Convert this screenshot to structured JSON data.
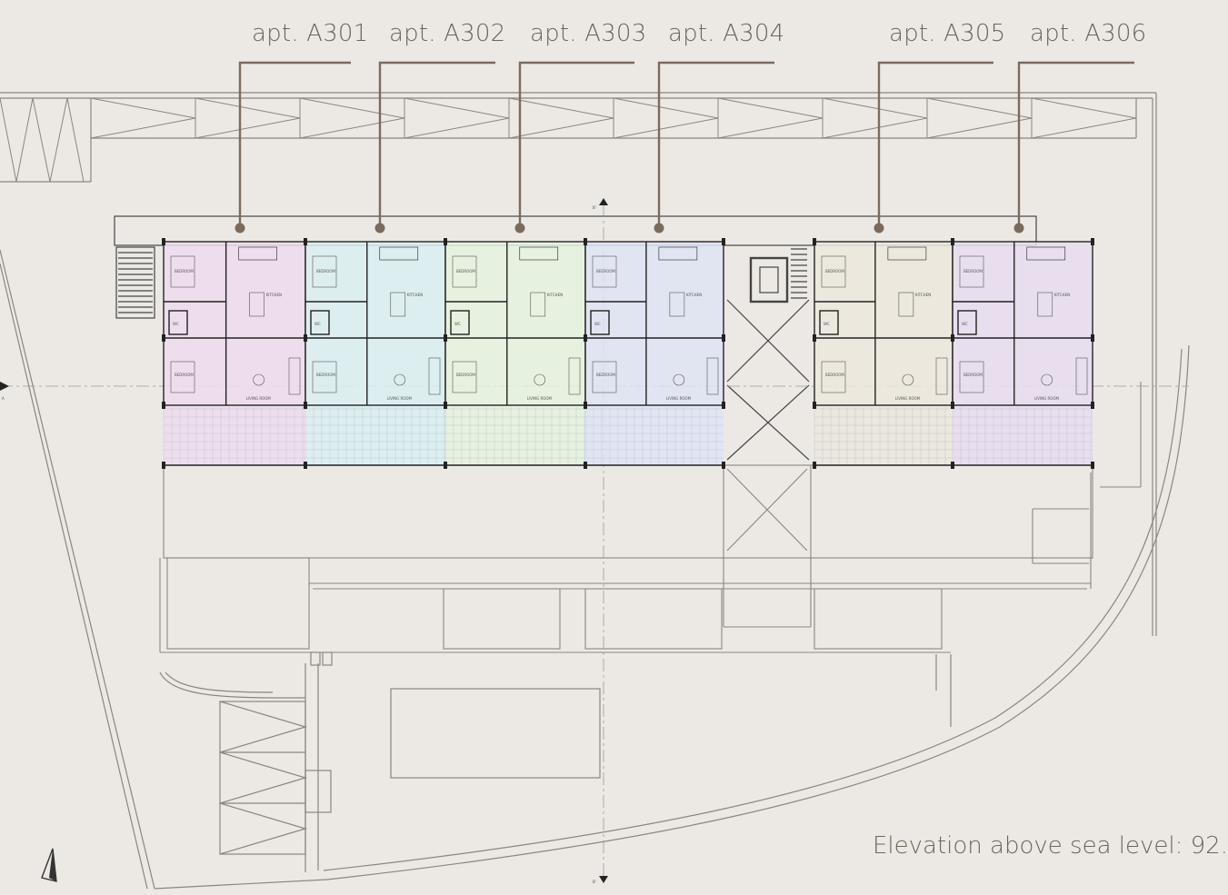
{
  "apartments": [
    {
      "label": "apt. A301",
      "color": "#efdcef"
    },
    {
      "label": "apt. A302",
      "color": "#dbeef2"
    },
    {
      "label": "apt. A303",
      "color": "#e6f2df"
    },
    {
      "label": "apt. A304",
      "color": "#dfe4f5"
    },
    {
      "label": "apt. A305",
      "color": "#ece7dd"
    },
    {
      "label": "apt. A306",
      "color": "#e9dcf0"
    }
  ],
  "elevation": "Elevation above sea level: 92.",
  "section_marks": {
    "a": "A",
    "b": "B'"
  },
  "room_labels": {
    "bedroom": "BEDROOM",
    "kitchen": "KITCHEN",
    "living": "LIVING ROOM",
    "wc": "WC"
  },
  "colors": {
    "background": "#ece9e4",
    "leader": "#7b6b5d",
    "line": "#8a8580",
    "wall": "#222222"
  }
}
